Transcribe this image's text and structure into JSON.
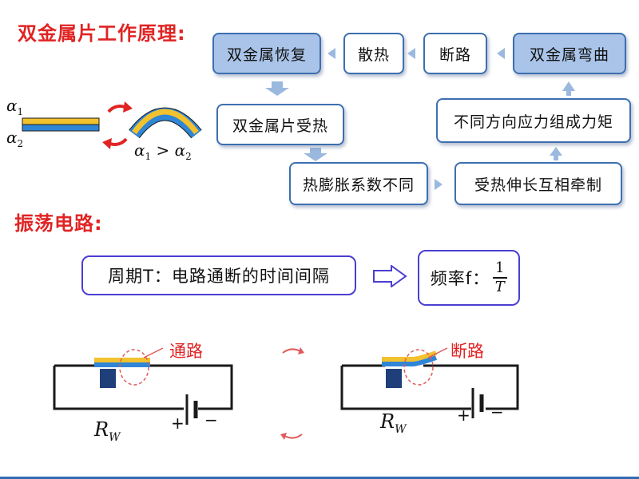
{
  "bimetal_section": {
    "heading": "双金属片工作原理:",
    "alpha1_label": "α",
    "alpha1_sub": "1",
    "alpha2_label": "α",
    "alpha2_sub": "2",
    "relation_left": "α",
    "relation_left_sub": "1",
    "relation_op": " > ",
    "relation_right": "α",
    "relation_right_sub": "2"
  },
  "flow": {
    "recover": "双金属恢复",
    "cool": "散热",
    "break": "断路",
    "bend": "双金属弯曲",
    "heated": "双金属片受热",
    "torque": "不同方向应力组成力矩",
    "coefficient": "热膨胀系数不同",
    "constrained": "受热伸长互相牵制"
  },
  "oscillation_section": {
    "heading": "振荡电路:",
    "period_text": "周期T：电路通断的时间间隔",
    "frequency_prefix": "频率f：",
    "frequency_num": "1",
    "frequency_den": "T"
  },
  "circuits": {
    "left_label": "通路",
    "right_label": "断路",
    "resistor_label": "R",
    "resistor_sub": "W",
    "plus": "+",
    "minus": "−"
  },
  "colors": {
    "heading_red": "#e02424",
    "box_blue": "#a9c4e8",
    "box_border": "#3d6fb0",
    "strip_yellow": "#f2c12e",
    "strip_blue": "#2f86d6",
    "arrow_gray_blue": "#9bb9de"
  }
}
